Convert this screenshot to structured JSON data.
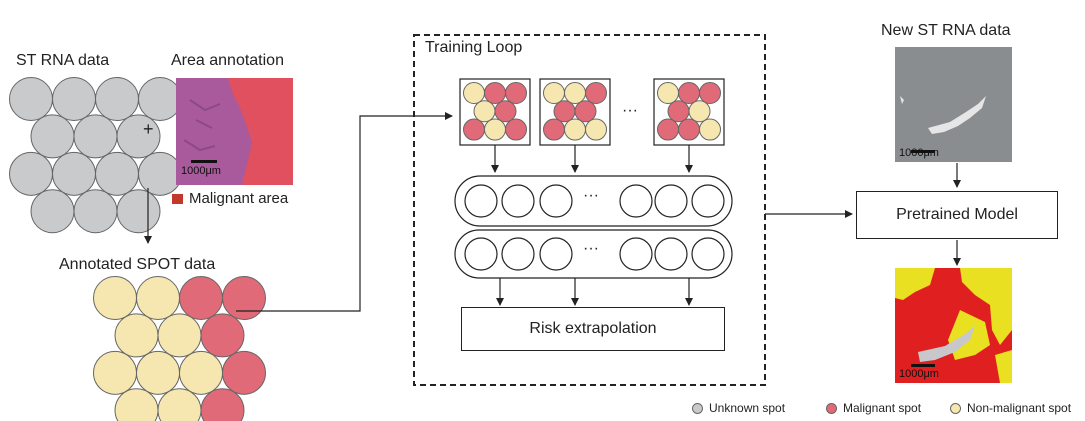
{
  "labels": {
    "st_rna": "ST RNA data",
    "area_annotation": "Area annotation",
    "malignant_area": "Malignant area",
    "annotated_spot": "Annotated SPOT data",
    "training_loop": "Training Loop",
    "new_st_rna": "New ST RNA data",
    "pretrained_model": "Pretrained Model",
    "risk_extrapolation": "Risk extrapolation",
    "plus": "+",
    "ellipsis": "···",
    "scale_left": "1000μm",
    "scale_right_top": "1000μm",
    "scale_right_bottom": "1000μm"
  },
  "legend": [
    {
      "label": "Unknown spot",
      "color": "#c9cacc"
    },
    {
      "label": "Malignant spot",
      "color": "#e06a78"
    },
    {
      "label": "Non-malignant spot",
      "color": "#f6e7b0"
    }
  ],
  "colors": {
    "unknown": "#c9cacc",
    "malignant": "#e06a78",
    "nonmalignant": "#f6e7b0",
    "malignant_area": "#c0392b",
    "tissue_purple": "#a85a9c",
    "tissue_pink": "#e0505e",
    "section_gray": "#8a8d90",
    "pred_red": "#e02020",
    "pred_yellow": "#e8e020"
  },
  "grids": {
    "annotated": [
      [
        "n",
        "n",
        "m",
        "m"
      ],
      [
        "n",
        "n",
        "m"
      ],
      [
        "n",
        "n",
        "n",
        "m"
      ],
      [
        "n",
        "n",
        "m"
      ]
    ],
    "mini1": [
      [
        "n",
        "m",
        "m"
      ],
      [
        "n",
        "m"
      ],
      [
        "m",
        "n",
        "m"
      ]
    ],
    "mini2": [
      [
        "n",
        "n",
        "m"
      ],
      [
        "m",
        "m"
      ],
      [
        "m",
        "n",
        "n"
      ]
    ],
    "mini3": [
      [
        "n",
        "m",
        "m"
      ],
      [
        "m",
        "n"
      ],
      [
        "m",
        "m",
        "n"
      ]
    ]
  }
}
